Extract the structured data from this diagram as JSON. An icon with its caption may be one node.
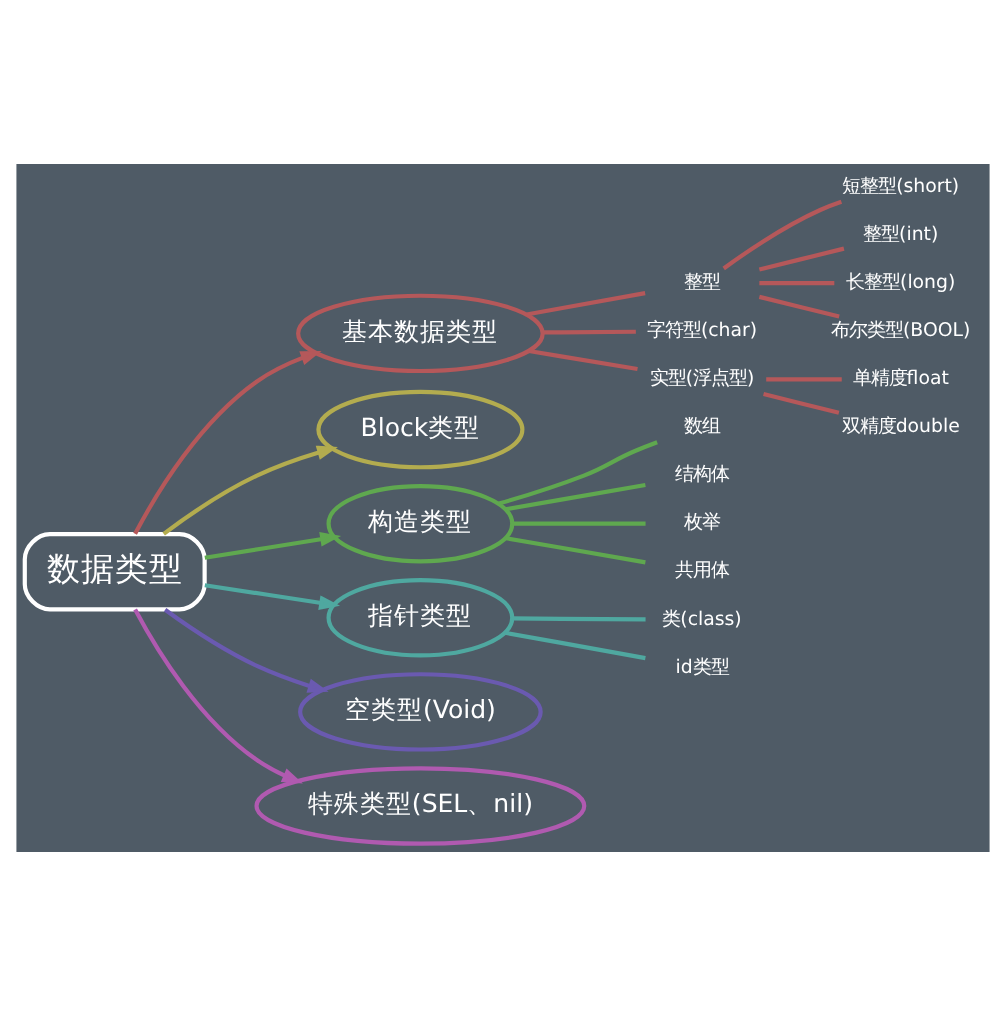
{
  "diagram": {
    "nodes": [
      {
        "text": [
          "数据类型"
        ]
      },
      {
        "text": [
          "基本数据类型"
        ]
      },
      {
        "text": [
          "整型"
        ]
      },
      {
        "text": [
          "短整型(short)"
        ]
      },
      {
        "text": [
          "整型(int)"
        ]
      },
      {
        "text": [
          "长整型(long)"
        ]
      },
      {
        "text": [
          "布尔类型(BOOL)"
        ]
      },
      {
        "text": [
          "字符型(char)"
        ]
      },
      {
        "text": [
          "实型(浮点型)"
        ]
      },
      {
        "text": [
          "单精度float"
        ]
      },
      {
        "text": [
          "双精度double"
        ]
      },
      {
        "text": [
          "Block类型"
        ]
      },
      {
        "text": [
          "构造类型"
        ]
      },
      {
        "text": [
          "数组"
        ]
      },
      {
        "text": [
          "结构体"
        ]
      },
      {
        "text": [
          "枚举"
        ]
      },
      {
        "text": [
          "共用体"
        ]
      },
      {
        "text": [
          "指针类型"
        ]
      },
      {
        "text": [
          "类(class)"
        ]
      },
      {
        "text": [
          "id类型"
        ]
      },
      {
        "text": [
          "空类型(Void)"
        ]
      },
      {
        "text": [
          "特殊类型(SEL、nil)"
        ]
      }
    ],
    "edges": [
      {
        "from": 0,
        "to": 1,
        "arrow": "to",
        "color": "#b5585a"
      },
      {
        "from": 0,
        "to": 11,
        "arrow": "to",
        "color": "#b3ac4f"
      },
      {
        "from": 0,
        "to": 12,
        "arrow": "to",
        "color": "#5fa84f"
      },
      {
        "from": 0,
        "to": 17,
        "arrow": "to",
        "color": "#4fa8a0"
      },
      {
        "from": 0,
        "to": 20,
        "arrow": "to",
        "color": "#6a5ab0"
      },
      {
        "from": 0,
        "to": 21,
        "arrow": "to",
        "color": "#b05ab0"
      },
      {
        "from": 1,
        "to": 2,
        "arrow": "none",
        "color": "#b5585a"
      },
      {
        "from": 1,
        "to": 7,
        "arrow": "none",
        "color": "#b5585a"
      },
      {
        "from": 1,
        "to": 8,
        "arrow": "none",
        "color": "#b5585a"
      },
      {
        "from": 2,
        "to": 3,
        "arrow": "none",
        "color": "#b5585a"
      },
      {
        "from": 2,
        "to": 4,
        "arrow": "none",
        "color": "#b5585a"
      },
      {
        "from": 2,
        "to": 5,
        "arrow": "none",
        "color": "#b5585a"
      },
      {
        "from": 2,
        "to": 6,
        "arrow": "none",
        "color": "#b5585a"
      },
      {
        "from": 8,
        "to": 9,
        "arrow": "none",
        "color": "#b5585a"
      },
      {
        "from": 8,
        "to": 10,
        "arrow": "none",
        "color": "#b5585a"
      },
      {
        "from": 12,
        "to": 13,
        "arrow": "none",
        "color": "#5fa84f"
      },
      {
        "from": 12,
        "to": 14,
        "arrow": "none",
        "color": "#5fa84f"
      },
      {
        "from": 12,
        "to": 15,
        "arrow": "none",
        "color": "#5fa84f"
      },
      {
        "from": 12,
        "to": 16,
        "arrow": "none",
        "color": "#5fa84f"
      },
      {
        "from": 17,
        "to": 18,
        "arrow": "none",
        "color": "#4fa8a0"
      },
      {
        "from": 17,
        "to": 19,
        "arrow": "none",
        "color": "#4fa8a0"
      }
    ]
  }
}
